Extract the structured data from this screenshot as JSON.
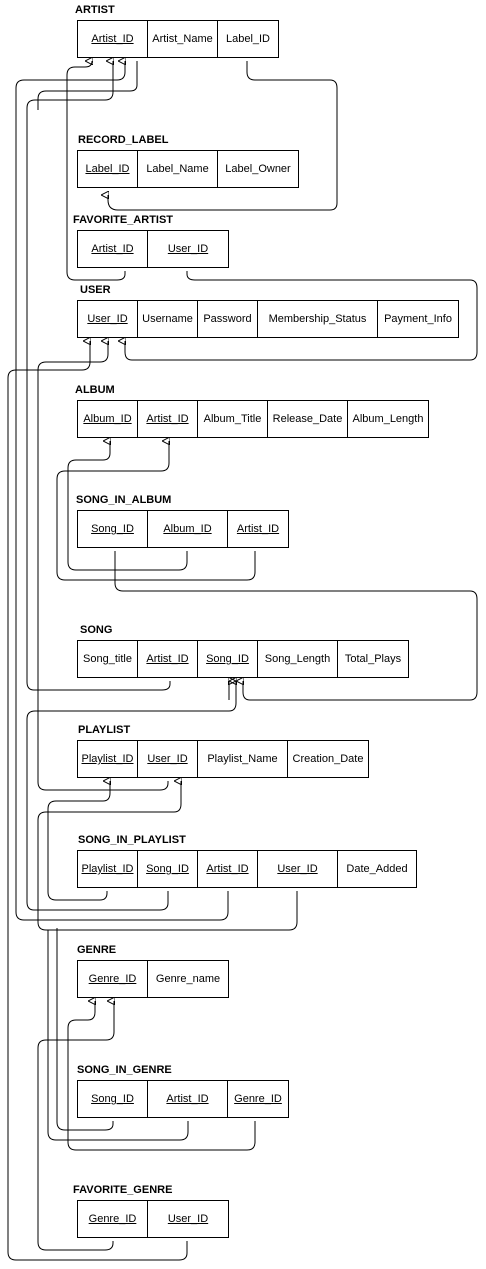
{
  "tables": {
    "artist": {
      "title": "ARTIST",
      "cols": [
        {
          "name": "Artist_ID",
          "key": true
        },
        {
          "name": "Artist_Name",
          "key": false
        },
        {
          "name": "Label_ID",
          "key": false
        }
      ]
    },
    "record_label": {
      "title": "RECORD_LABEL",
      "cols": [
        {
          "name": "Label_ID",
          "key": true
        },
        {
          "name": "Label_Name",
          "key": false
        },
        {
          "name": "Label_Owner",
          "key": false
        }
      ]
    },
    "favorite_artist": {
      "title": "FAVORITE_ARTIST",
      "cols": [
        {
          "name": "Artist_ID",
          "key": true
        },
        {
          "name": "User_ID",
          "key": true
        }
      ]
    },
    "user": {
      "title": "USER",
      "cols": [
        {
          "name": "User_ID",
          "key": true
        },
        {
          "name": "Username",
          "key": false
        },
        {
          "name": "Password",
          "key": false
        },
        {
          "name": "Membership_Status",
          "key": false
        },
        {
          "name": "Payment_Info",
          "key": false
        }
      ]
    },
    "album": {
      "title": "ALBUM",
      "cols": [
        {
          "name": "Album_ID",
          "key": true
        },
        {
          "name": "Artist_ID",
          "key": true
        },
        {
          "name": "Album_Title",
          "key": false
        },
        {
          "name": "Release_Date",
          "key": false
        },
        {
          "name": "Album_Length",
          "key": false
        }
      ]
    },
    "song_in_album": {
      "title": "SONG_IN_ALBUM",
      "cols": [
        {
          "name": "Song_ID",
          "key": true
        },
        {
          "name": "Album_ID",
          "key": true
        },
        {
          "name": "Artist_ID",
          "key": true
        }
      ]
    },
    "song": {
      "title": "SONG",
      "cols": [
        {
          "name": "Song_title",
          "key": false
        },
        {
          "name": "Artist_ID",
          "key": true
        },
        {
          "name": "Song_ID",
          "key": true
        },
        {
          "name": "Song_Length",
          "key": false
        },
        {
          "name": "Total_Plays",
          "key": false
        }
      ]
    },
    "playlist": {
      "title": "PLAYLIST",
      "cols": [
        {
          "name": "Playlist_ID",
          "key": true
        },
        {
          "name": "User_ID",
          "key": true
        },
        {
          "name": "Playlist_Name",
          "key": false
        },
        {
          "name": "Creation_Date",
          "key": false
        }
      ]
    },
    "song_in_playlist": {
      "title": "SONG_IN_PLAYLIST",
      "cols": [
        {
          "name": "Playlist_ID",
          "key": true
        },
        {
          "name": "Song_ID",
          "key": true
        },
        {
          "name": "Artist_ID",
          "key": true
        },
        {
          "name": "User_ID",
          "key": true
        },
        {
          "name": "Date_Added",
          "key": false
        }
      ]
    },
    "genre": {
      "title": "GENRE",
      "cols": [
        {
          "name": "Genre_ID",
          "key": true
        },
        {
          "name": "Genre_name",
          "key": false
        }
      ]
    },
    "song_in_genre": {
      "title": "SONG_IN_GENRE",
      "cols": [
        {
          "name": "Song_ID",
          "key": true
        },
        {
          "name": "Artist_ID",
          "key": true
        },
        {
          "name": "Genre_ID",
          "key": true
        }
      ]
    },
    "favorite_genre": {
      "title": "FAVORITE_GENRE",
      "cols": [
        {
          "name": "Genre_ID",
          "key": true
        },
        {
          "name": "User_ID",
          "key": true
        }
      ]
    }
  }
}
